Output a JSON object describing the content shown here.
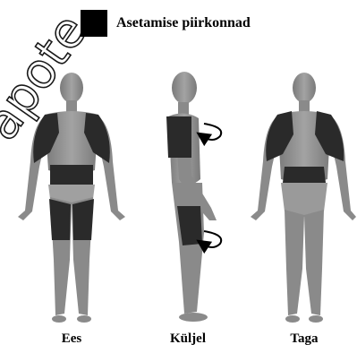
{
  "legend": {
    "label": "Asetamise piirkonnad",
    "swatch_color": "#000000"
  },
  "views": [
    {
      "label": "Ees"
    },
    {
      "label": "Küljel"
    },
    {
      "label": "Taga"
    }
  ],
  "colors": {
    "skin": "#8c8c8c",
    "skin_dark": "#6e6e6e",
    "region": "#2a2a2a"
  },
  "watermark": {
    "text": "apote"
  }
}
